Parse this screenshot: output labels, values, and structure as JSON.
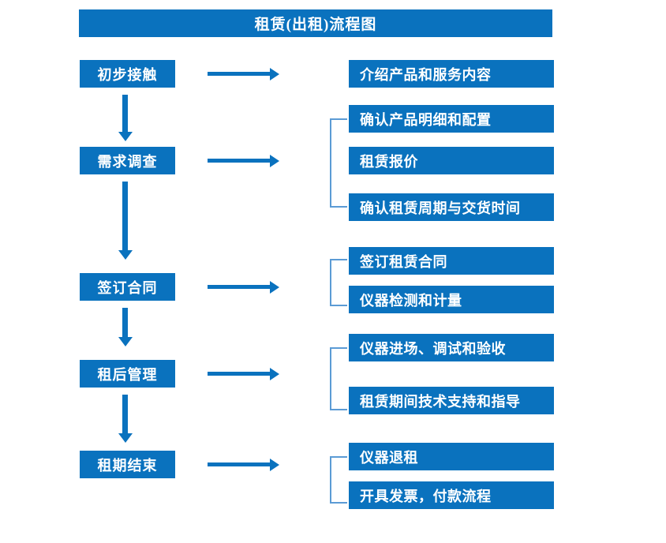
{
  "title": "租赁(出租)流程图",
  "colors": {
    "box_fill": "#0A72BE",
    "box_text": "#FFFFFF",
    "arrow": "#0A72BE",
    "bracket": "#5B9BD5",
    "background": "#FFFFFF"
  },
  "stages": [
    {
      "key": "initial-contact",
      "label": "初步接触",
      "details": [
        "介绍产品和服务内容"
      ]
    },
    {
      "key": "requirement-survey",
      "label": "需求调查",
      "details": [
        "确认产品明细和配置",
        "租赁报价",
        "确认租赁周期与交货时间"
      ]
    },
    {
      "key": "sign-contract",
      "label": "签订合同",
      "details": [
        "签订租赁合同",
        "仪器检测和计量"
      ]
    },
    {
      "key": "post-rental-management",
      "label": "租后管理",
      "details": [
        "仪器进场、调试和验收",
        "租赁期间技术支持和指导"
      ]
    },
    {
      "key": "lease-end",
      "label": "租期结束",
      "details": [
        "仪器退租",
        "开具发票，付款流程"
      ]
    }
  ]
}
